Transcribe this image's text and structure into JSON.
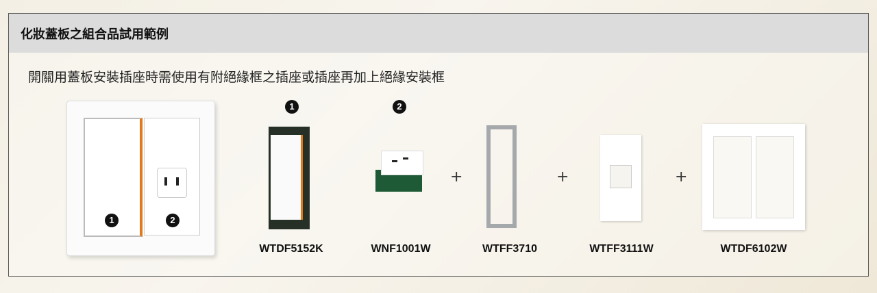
{
  "header": {
    "title": "化妝蓋板之組合品試用範例"
  },
  "description": "開關用蓋板安裝插座時需使用有附絕緣框之插座或插座再加上絕緣安裝框",
  "markers": {
    "one": "1",
    "two": "2"
  },
  "operator": "+",
  "products": [
    {
      "model": "WTDF5152K"
    },
    {
      "model": "WNF1001W"
    },
    {
      "model": "WTFF3710"
    },
    {
      "model": "WTFF3111W"
    },
    {
      "model": "WTDF6102W"
    }
  ]
}
